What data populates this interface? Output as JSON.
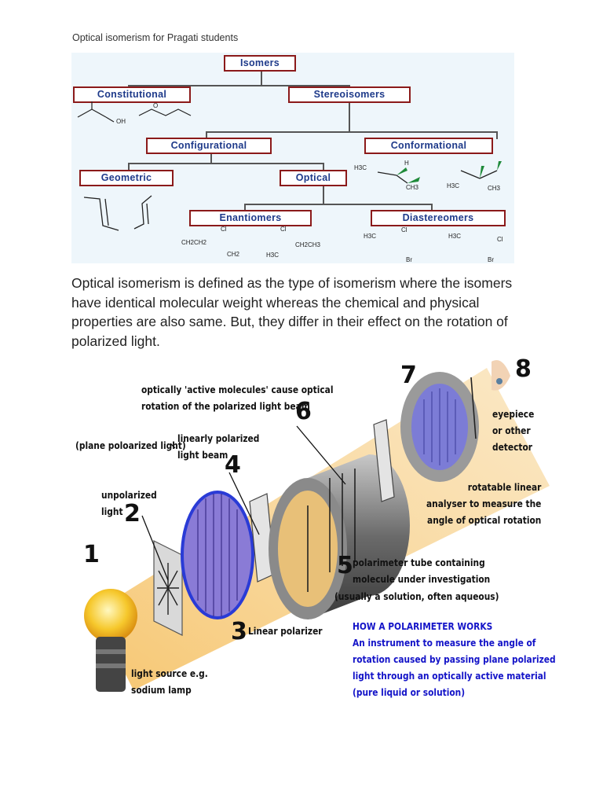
{
  "header_text": "Optical isomerism for Pragati students",
  "tree": {
    "isomers": "Isomers",
    "constitutional": "Constitutional",
    "stereoisomers": "Stereoisomers",
    "configurational": "Configurational",
    "conformational": "Conformational",
    "geometric": "Geometric",
    "optical": "Optical",
    "enantiomers": "Enantiomers",
    "diastereomers": "Diastereomers",
    "chem": {
      "oh": "OH",
      "o": "O",
      "h3c": "H3C",
      "h": "H",
      "ch3": "CH3",
      "cl": "Cl",
      "br": "Br",
      "ch2ch3_left": "CH2CH2",
      "ch2ch3_right": "CH2CH3",
      "ch2": "CH2"
    }
  },
  "paragraph": "Optical isomerism is defined as the type of isomerism where the isomers have identical molecular weight whereas the chemical and physical properties are also same. But, they differ in their effect on the rotation of polarized light.",
  "polarimeter": {
    "numbers": [
      "1",
      "2",
      "3",
      "4",
      "5",
      "6",
      "7",
      "8"
    ],
    "label_1": "light source e.g.",
    "label_1b": "sodium lamp",
    "label_2": "unpolarized",
    "label_2b": "light",
    "label_3": "Linear polarizer",
    "label_4a": "(plane poloarized light)",
    "label_4b": "linearly polarized",
    "label_4c": "light beam",
    "label_5a": "polarimeter tube containing",
    "label_5b": "molecule under investigation",
    "label_5c": "(usually a solution, often aqueous)",
    "label_6a": "optically 'active molecules' cause optical",
    "label_6b": "rotation of the polarized light beam",
    "label_7a": "rotatable linear",
    "label_7b": "analyser to measure the",
    "label_7c": "angle of optical rotation",
    "label_8a": "eyepiece",
    "label_8b": "or other",
    "label_8c": "detector",
    "how_title": "HOW A POLARIMETER WORKS",
    "how_1": "An instrument to measure the angle of",
    "how_2": "rotation caused by passing plane polarized",
    "how_3": "light through an optically active material",
    "how_4": "(pure liquid or solution)"
  },
  "colors": {
    "box_border": "#8b1a1a",
    "box_text": "#1e3a8a",
    "tree_bg": "#eef6fb",
    "beam": "#f5c26b",
    "how_blue": "#1414c8"
  }
}
